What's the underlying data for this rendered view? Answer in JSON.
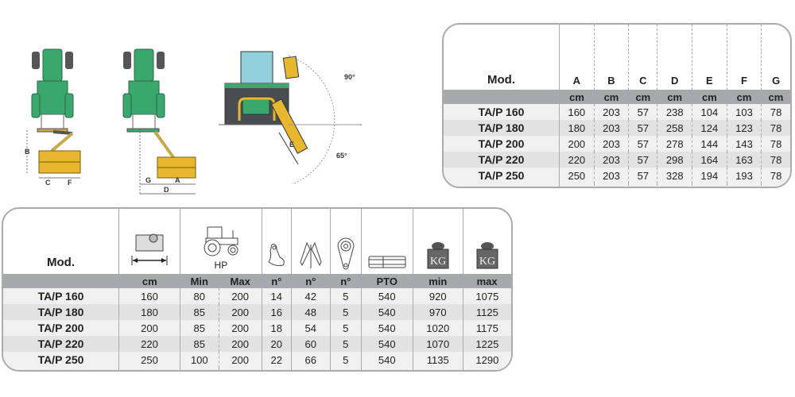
{
  "dimensions_table": {
    "model_header": "Mod.",
    "columns": [
      "A",
      "B",
      "C",
      "D",
      "E",
      "F",
      "G"
    ],
    "units": [
      "cm",
      "cm",
      "cm",
      "cm",
      "cm",
      "cm",
      "cm"
    ],
    "rows": [
      {
        "model": "TA/P 160",
        "values": [
          "160",
          "203",
          "57",
          "238",
          "104",
          "103",
          "78"
        ]
      },
      {
        "model": "TA/P 180",
        "values": [
          "180",
          "203",
          "57",
          "258",
          "124",
          "123",
          "78"
        ]
      },
      {
        "model": "TA/P 200",
        "values": [
          "200",
          "203",
          "57",
          "278",
          "144",
          "143",
          "78"
        ]
      },
      {
        "model": "TA/P 220",
        "values": [
          "220",
          "203",
          "57",
          "298",
          "164",
          "163",
          "78"
        ]
      },
      {
        "model": "TA/P 250",
        "values": [
          "250",
          "203",
          "57",
          "328",
          "194",
          "193",
          "78"
        ]
      }
    ]
  },
  "specs_table": {
    "model_header": "Mod.",
    "header_icons": [
      "working-width-icon",
      "tractor-hp-icon",
      "hammer-icon",
      "knife-icon",
      "belt-icon",
      "pto-shaft-icon",
      "weight-kg-icon",
      "weight-kg-icon"
    ],
    "hp_label": "HP",
    "kg_label": "KG",
    "units": [
      "cm",
      "Min",
      "Max",
      "n°",
      "n°",
      "n°",
      "PTO",
      "min",
      "max"
    ],
    "rows": [
      {
        "model": "TA/P 160",
        "values": [
          "160",
          "80",
          "200",
          "14",
          "42",
          "5",
          "540",
          "920",
          "1075"
        ]
      },
      {
        "model": "TA/P 180",
        "values": [
          "180",
          "85",
          "200",
          "16",
          "48",
          "5",
          "540",
          "970",
          "1125"
        ]
      },
      {
        "model": "TA/P 200",
        "values": [
          "200",
          "85",
          "200",
          "18",
          "54",
          "5",
          "540",
          "1020",
          "1175"
        ]
      },
      {
        "model": "TA/P 220",
        "values": [
          "220",
          "85",
          "200",
          "20",
          "60",
          "5",
          "540",
          "1070",
          "1225"
        ]
      },
      {
        "model": "TA/P 250",
        "values": [
          "250",
          "100",
          "200",
          "22",
          "66",
          "5",
          "540",
          "1135",
          "1290"
        ]
      }
    ]
  },
  "diagrams": {
    "labels": {
      "a": "A",
      "b": "B",
      "c": "C",
      "d": "D",
      "e": "E",
      "f": "F",
      "g": "G",
      "angle_up": "90°",
      "angle_down": "65°"
    },
    "colors": {
      "tractor": "#3aa76d",
      "mower": "#e8b730",
      "cab": "#8fd0da",
      "tire": "#555555"
    }
  }
}
